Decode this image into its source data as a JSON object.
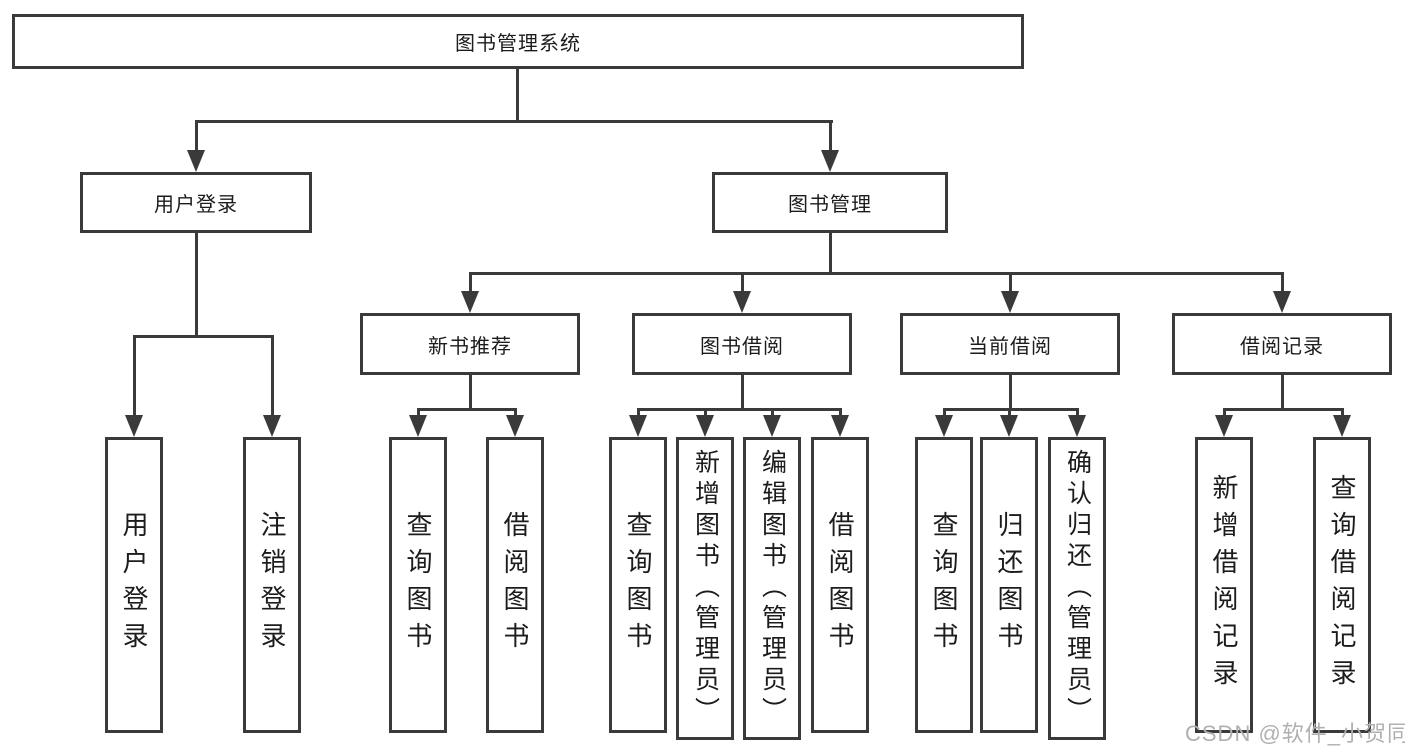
{
  "diagram": {
    "root": {
      "label": "图书管理系统"
    },
    "level2": {
      "user_login": {
        "label": "用户登录"
      },
      "book_mgmt": {
        "label": "图书管理"
      }
    },
    "level3": {
      "new_book_rec": {
        "label": "新书推荐"
      },
      "book_borrow": {
        "label": "图书借阅"
      },
      "current_borrow": {
        "label": "当前借阅"
      },
      "borrow_records": {
        "label": "借阅记录"
      }
    },
    "leaves": {
      "user_login_leaf": {
        "label": "用户登录"
      },
      "logout": {
        "label": "注销登录"
      },
      "rec_query": {
        "label": "查询图书"
      },
      "rec_borrow": {
        "label": "借阅图书"
      },
      "bb_query": {
        "label": "查询图书"
      },
      "bb_add": {
        "label": "新增图书（管理员）"
      },
      "bb_edit": {
        "label": "编辑图书（管理员）"
      },
      "bb_borrow": {
        "label": "借阅图书"
      },
      "cb_query": {
        "label": "查询图书"
      },
      "cb_return": {
        "label": "归还图书"
      },
      "cb_confirm": {
        "label": "确认归还（管理员）"
      },
      "br_add": {
        "label": "新增借阅记录"
      },
      "br_query": {
        "label": "查询借阅记录"
      }
    }
  },
  "watermark": {
    "text": "CSDN @软件_小贺同学"
  },
  "colors": {
    "line": "#3a3a3a",
    "box_background": "#ffffff",
    "text": "#1c1c1c",
    "watermark": "#b0b0b0"
  }
}
